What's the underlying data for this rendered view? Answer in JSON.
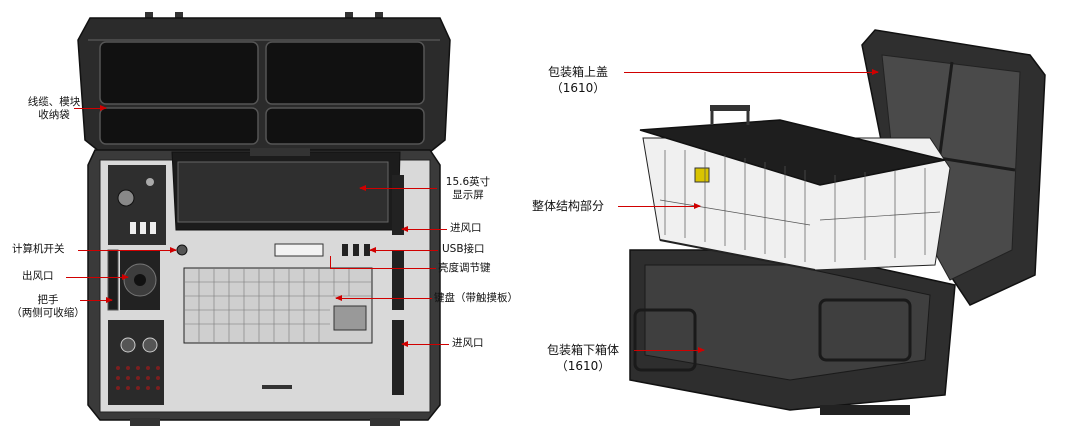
{
  "left_labels": {
    "bag": [
      "线缆、模块",
      "收纳袋"
    ],
    "screen": [
      "15.6英寸",
      "显示屏"
    ],
    "vent_in_1": "进风口",
    "usb": "USB接口",
    "brightness": "亮度调节键",
    "power_switch": "计算机开关",
    "vent_out": "出风口",
    "handle": [
      "把手",
      "（两侧可收缩）"
    ],
    "keyboard": "键盘（带触摸板）",
    "vent_in_2": "进风口"
  },
  "right_labels": {
    "top_lid": [
      "包装箱上盖",
      "（1610）"
    ],
    "structure": "整体结构部分",
    "bottom_box": [
      "包装箱下箱体",
      "（1610）"
    ]
  },
  "colors": {
    "leader_line": "#d00000",
    "case_dark": "#2b2b2b",
    "case_mid": "#4a4a4a",
    "frame_light": "#e8e8e8"
  }
}
